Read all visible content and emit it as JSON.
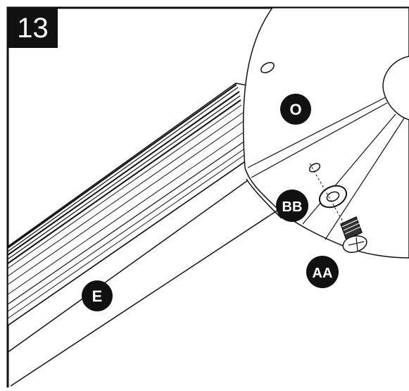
{
  "step": {
    "number": "13"
  },
  "labels": {
    "plate": "O",
    "washer": "BB",
    "screw": "AA",
    "rail": "E"
  },
  "colors": {
    "line": "#111111",
    "badge": "#111111",
    "badge_text": "#ffffff",
    "background": "#ffffff"
  }
}
